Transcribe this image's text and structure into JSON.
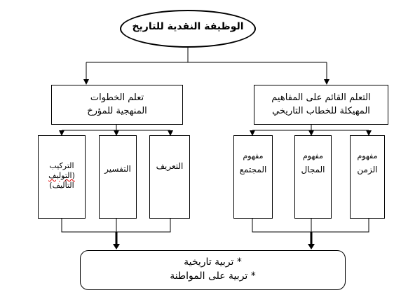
{
  "diagram": {
    "title": "الوظيفة النقدية للتاريخ",
    "left_group": {
      "label_line1": "تعلم الخطوات",
      "label_line2": "المنهجية للمؤرخ",
      "children": [
        {
          "line1": "التعريف",
          "line2": "",
          "line3": ""
        },
        {
          "line1": "التفسير",
          "line2": "",
          "line3": ""
        },
        {
          "line1": "التركيب",
          "line2": "(التوليف",
          "line3": "التأليف)"
        }
      ]
    },
    "right_group": {
      "label_line1": "التعلم القائم على المفاهيم",
      "label_line2": "المهيكلة للخطاب التاريخي",
      "children": [
        {
          "line1": "مفهوم",
          "line2": "الزمن"
        },
        {
          "line1": "مفهوم",
          "line2": "المجال"
        },
        {
          "line1": "مفهوم",
          "line2": "المجتمع"
        }
      ]
    },
    "result": {
      "line1": "* تربية تاريخية",
      "line2": "* تربية على المواطنة"
    }
  }
}
